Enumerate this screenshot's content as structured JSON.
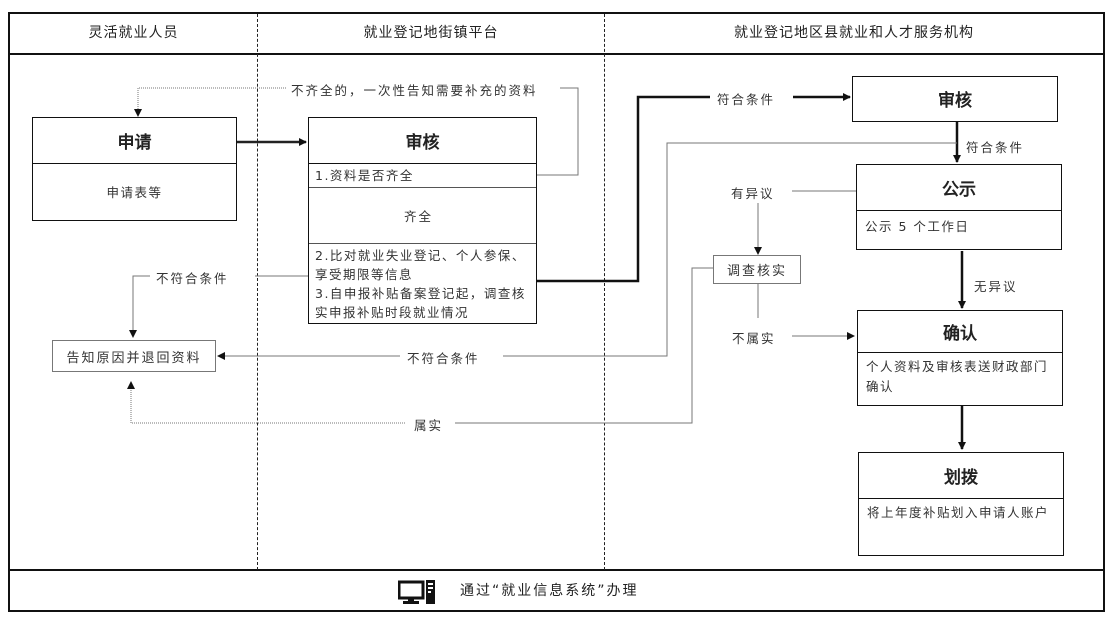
{
  "lanes": [
    {
      "title": "灵活就业人员"
    },
    {
      "title": "就业登记地街镇平台"
    },
    {
      "title": "就业登记地区县就业和人才服务机构"
    }
  ],
  "nodes": {
    "apply": {
      "title": "申请",
      "body": "申请表等"
    },
    "review_street": {
      "title": "审核",
      "step1": "1.资料是否齐全",
      "step23": "2.比对就业失业登记、个人参保、享受期限等信息\n3.自申报补贴备案登记起，调查核实申报补贴时段就业情况"
    },
    "return": {
      "title": "告知原因并退回资料"
    },
    "review_county": {
      "title": "审核"
    },
    "publicity": {
      "title": "公示",
      "body": "公示 5 个工作日"
    },
    "investigate": {
      "title": "调查核实"
    },
    "confirm": {
      "title": "确认",
      "body": "个人资料及审核表送财政部门确认"
    },
    "allocate": {
      "title": "划拨",
      "body": "将上年度补贴划入申请人账户"
    }
  },
  "edge_labels": {
    "incomplete": "不齐全的，一次性告知需要补充的资料",
    "complete": "齐全",
    "not_eligible_left": "不符合条件",
    "not_eligible_mid": "不符合条件",
    "eligible_to_county": "符合条件",
    "eligible_to_publicity": "符合条件",
    "has_objection": "有异议",
    "no_objection": "无异议",
    "not_true": "不属实",
    "true": "属实"
  },
  "footer": {
    "icon": "computer-icon",
    "text": "通过“就业信息系统”办理"
  }
}
